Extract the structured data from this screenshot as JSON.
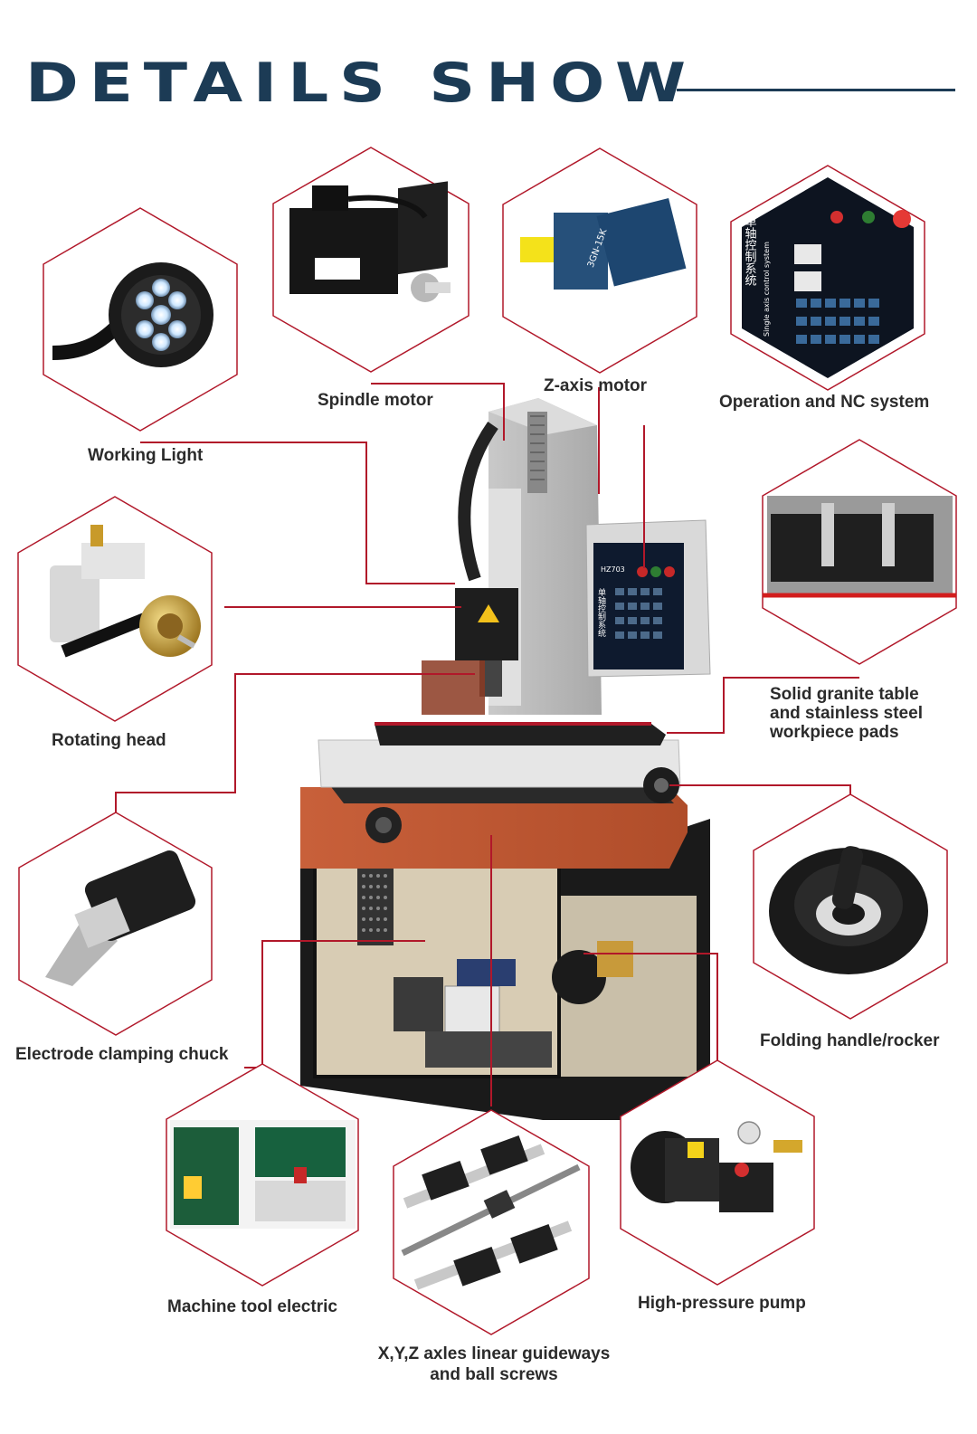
{
  "header": {
    "title": "DETAILS SHOW"
  },
  "colors": {
    "title": "#1c3b55",
    "accent": "#b1182a",
    "text": "#2b2b2b"
  },
  "parts": {
    "working_light": "Working Light",
    "spindle_motor": "Spindle motor",
    "z_axis_motor": "Z-axis motor",
    "operation_nc": "Operation and NC system",
    "rotating_head": "Rotating head",
    "granite_table": [
      "Solid granite table",
      "and stainless steel",
      "workpiece pads"
    ],
    "chuck": "Electrode clamping chuck",
    "folding_handle": "Folding handle/rocker",
    "machine_electric": "Machine tool electric",
    "guideways": [
      "X,Y,Z axles linear guideways",
      "and ball screws"
    ],
    "pump": "High-pressure pump"
  },
  "machine_panel": {
    "model": "HZ703",
    "caption": "单轴控制系统"
  },
  "nc_panel": {
    "caption": "单轴控制系统",
    "subcaption": "Single axis control system"
  },
  "motor_label": "3GN-15K"
}
